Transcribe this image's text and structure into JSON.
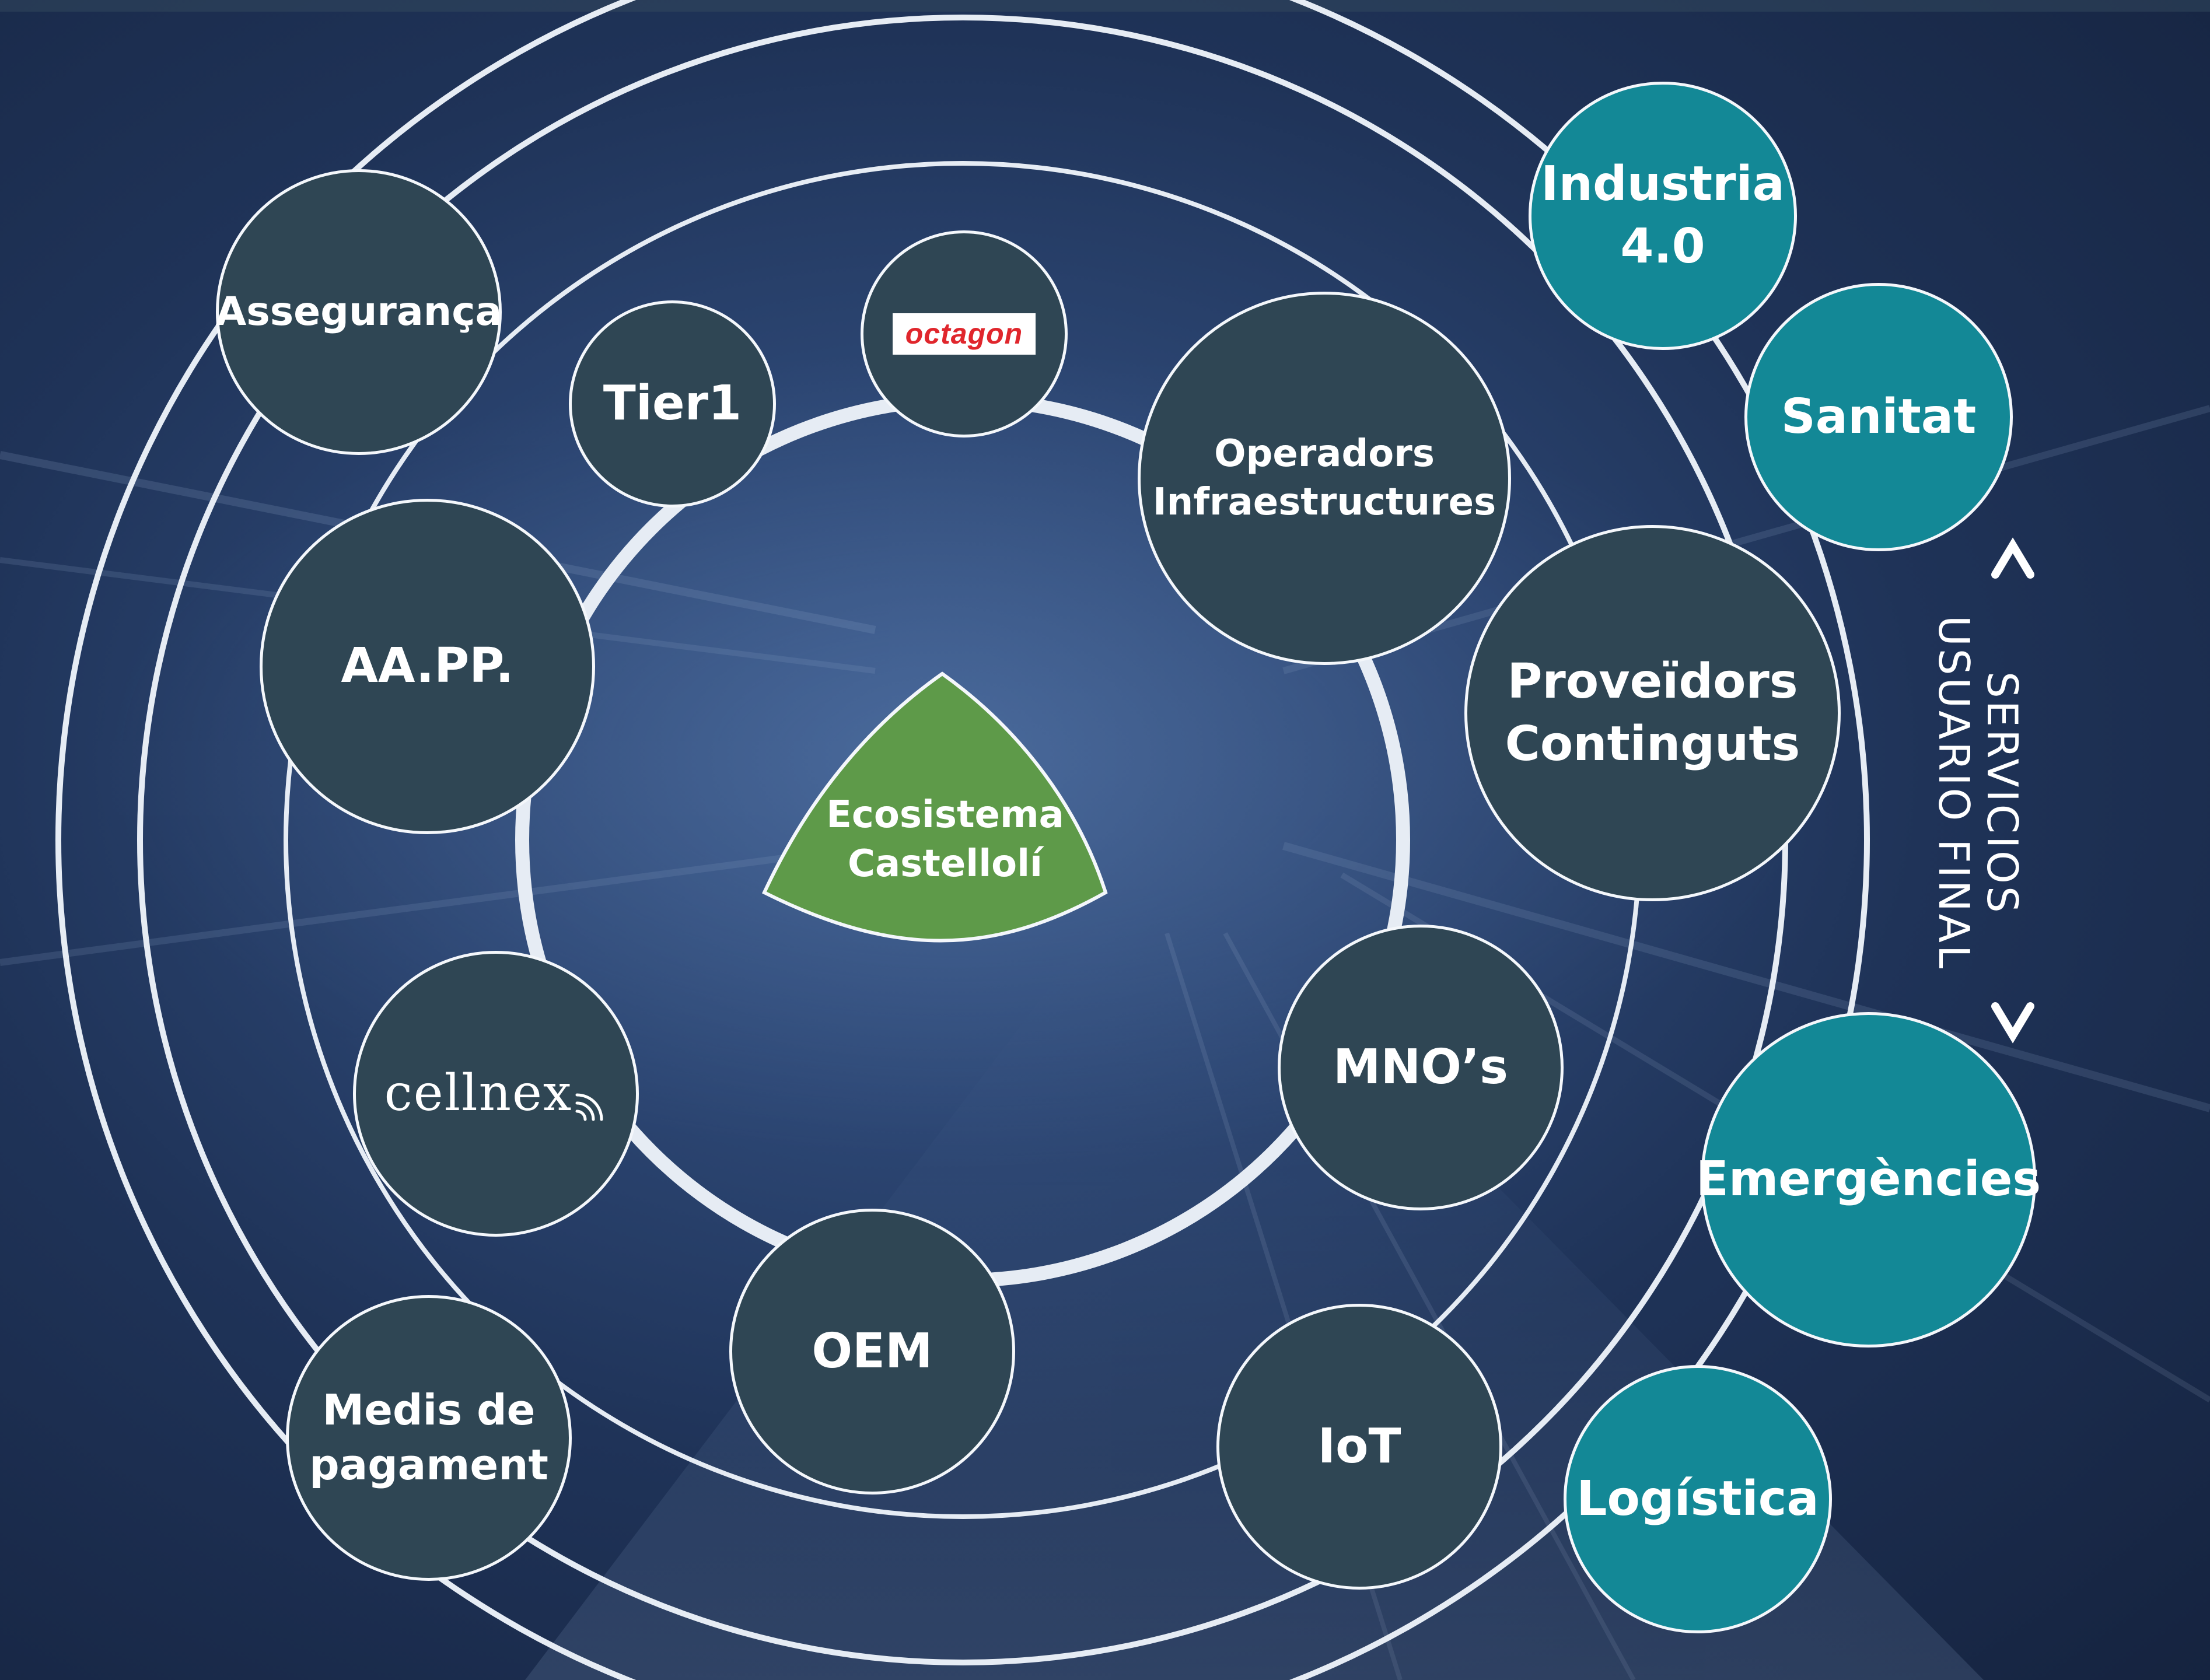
{
  "center": {
    "label_line1": "Ecosistema",
    "label_line2": "Castellolí",
    "color": "#5e9a49"
  },
  "inner_ring_nodes": [
    {
      "line1": "Tier1"
    },
    {
      "logo": "octagon",
      "logo_text": "octagon"
    },
    {
      "line1": "Operadors",
      "line2": "Infraestructures"
    },
    {
      "line1": "MNO’s"
    },
    {
      "line1": "OEM"
    },
    {
      "logo": "cellnex",
      "logo_text": "cellnex"
    },
    {
      "line1": "AA.PP."
    }
  ],
  "outer_ring_nodes": [
    {
      "line1": "Assegurança"
    },
    {
      "line1": "Proveïdors",
      "line2": "Continguts"
    },
    {
      "line1": "IoT"
    },
    {
      "line1": "Medis de",
      "line2": "pagament"
    }
  ],
  "end_user_services": [
    {
      "line1": "Industria",
      "line2": "4.0"
    },
    {
      "line1": "Sanitat"
    },
    {
      "line1": "Emergències"
    },
    {
      "line1": "Logística"
    }
  ],
  "side_label": {
    "line1": "SERVICIOS",
    "line2": "USUARIO FINAL"
  },
  "colors": {
    "node_dark": "#2f4654",
    "node_teal": "#138896",
    "ring": "#e6ecf4",
    "octagon_red": "#e0262c"
  }
}
